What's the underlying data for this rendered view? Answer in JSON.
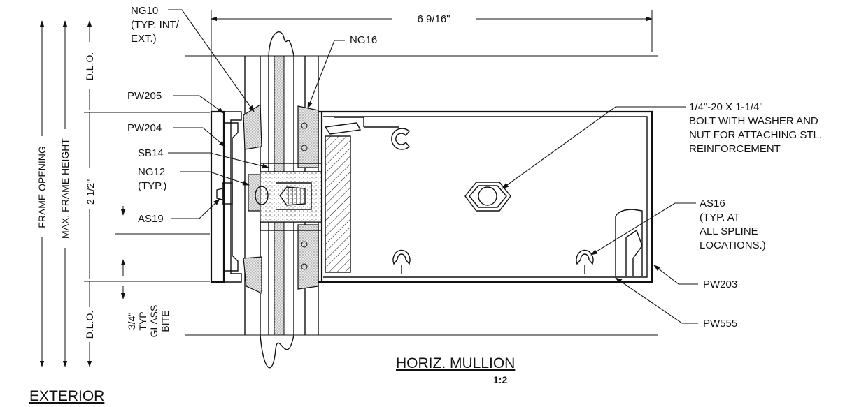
{
  "drawing": {
    "title": "HORIZ. MULLION",
    "scale": "1:2",
    "exterior_label": "EXTERIOR",
    "dimensions": {
      "overall_width": "6 9/16\"",
      "frame_opening": "FRAME OPENING",
      "max_frame_height": "MAX. FRAME HEIGHT",
      "dlo_top": "D.L.O.",
      "dlo_bottom": "D.L.O.",
      "mullion_height": "2 1/2\"",
      "glass_bite_lines": [
        "3/4\"",
        "TYP",
        "GLASS",
        "BITE"
      ]
    },
    "callouts": {
      "ng10": [
        "NG10",
        "(TYP. INT/",
        "EXT.)"
      ],
      "ng16": [
        "NG16"
      ],
      "pw205": [
        "PW205"
      ],
      "pw204": [
        "PW204"
      ],
      "sb14": [
        "SB14"
      ],
      "ng12": [
        "NG12",
        "(TYP.)"
      ],
      "as19": [
        "AS19"
      ],
      "bolt": [
        "1/4\"-20 X 1-1/4\"",
        "BOLT WITH WASHER AND",
        "NUT FOR ATTACHING STL.",
        "REINFORCEMENT"
      ],
      "as16": [
        "AS16",
        "(TYP. AT",
        "ALL SPLINE",
        "LOCATIONS.)"
      ],
      "pw203": [
        "PW203"
      ],
      "pw555": [
        "PW555"
      ]
    }
  }
}
